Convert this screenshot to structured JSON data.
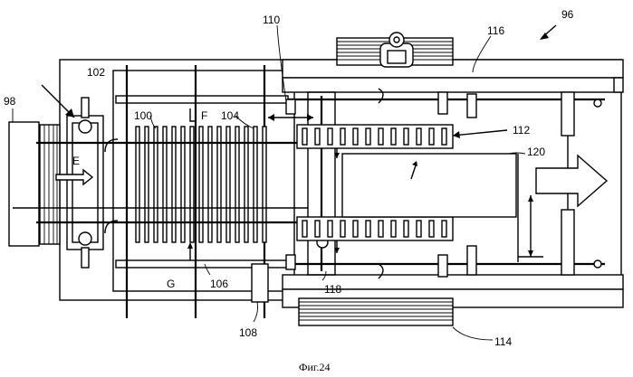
{
  "figure": {
    "caption": "Фиг.24",
    "labels": {
      "l96": "96",
      "l98": "98",
      "l100": "100",
      "l102": "102",
      "l104": "104",
      "l106": "106",
      "l108": "108",
      "l110": "110",
      "l112": "112",
      "l114": "114",
      "l116": "116",
      "l118": "118",
      "l120": "120",
      "lE": "E",
      "lF": "F",
      "lG": "G"
    }
  }
}
